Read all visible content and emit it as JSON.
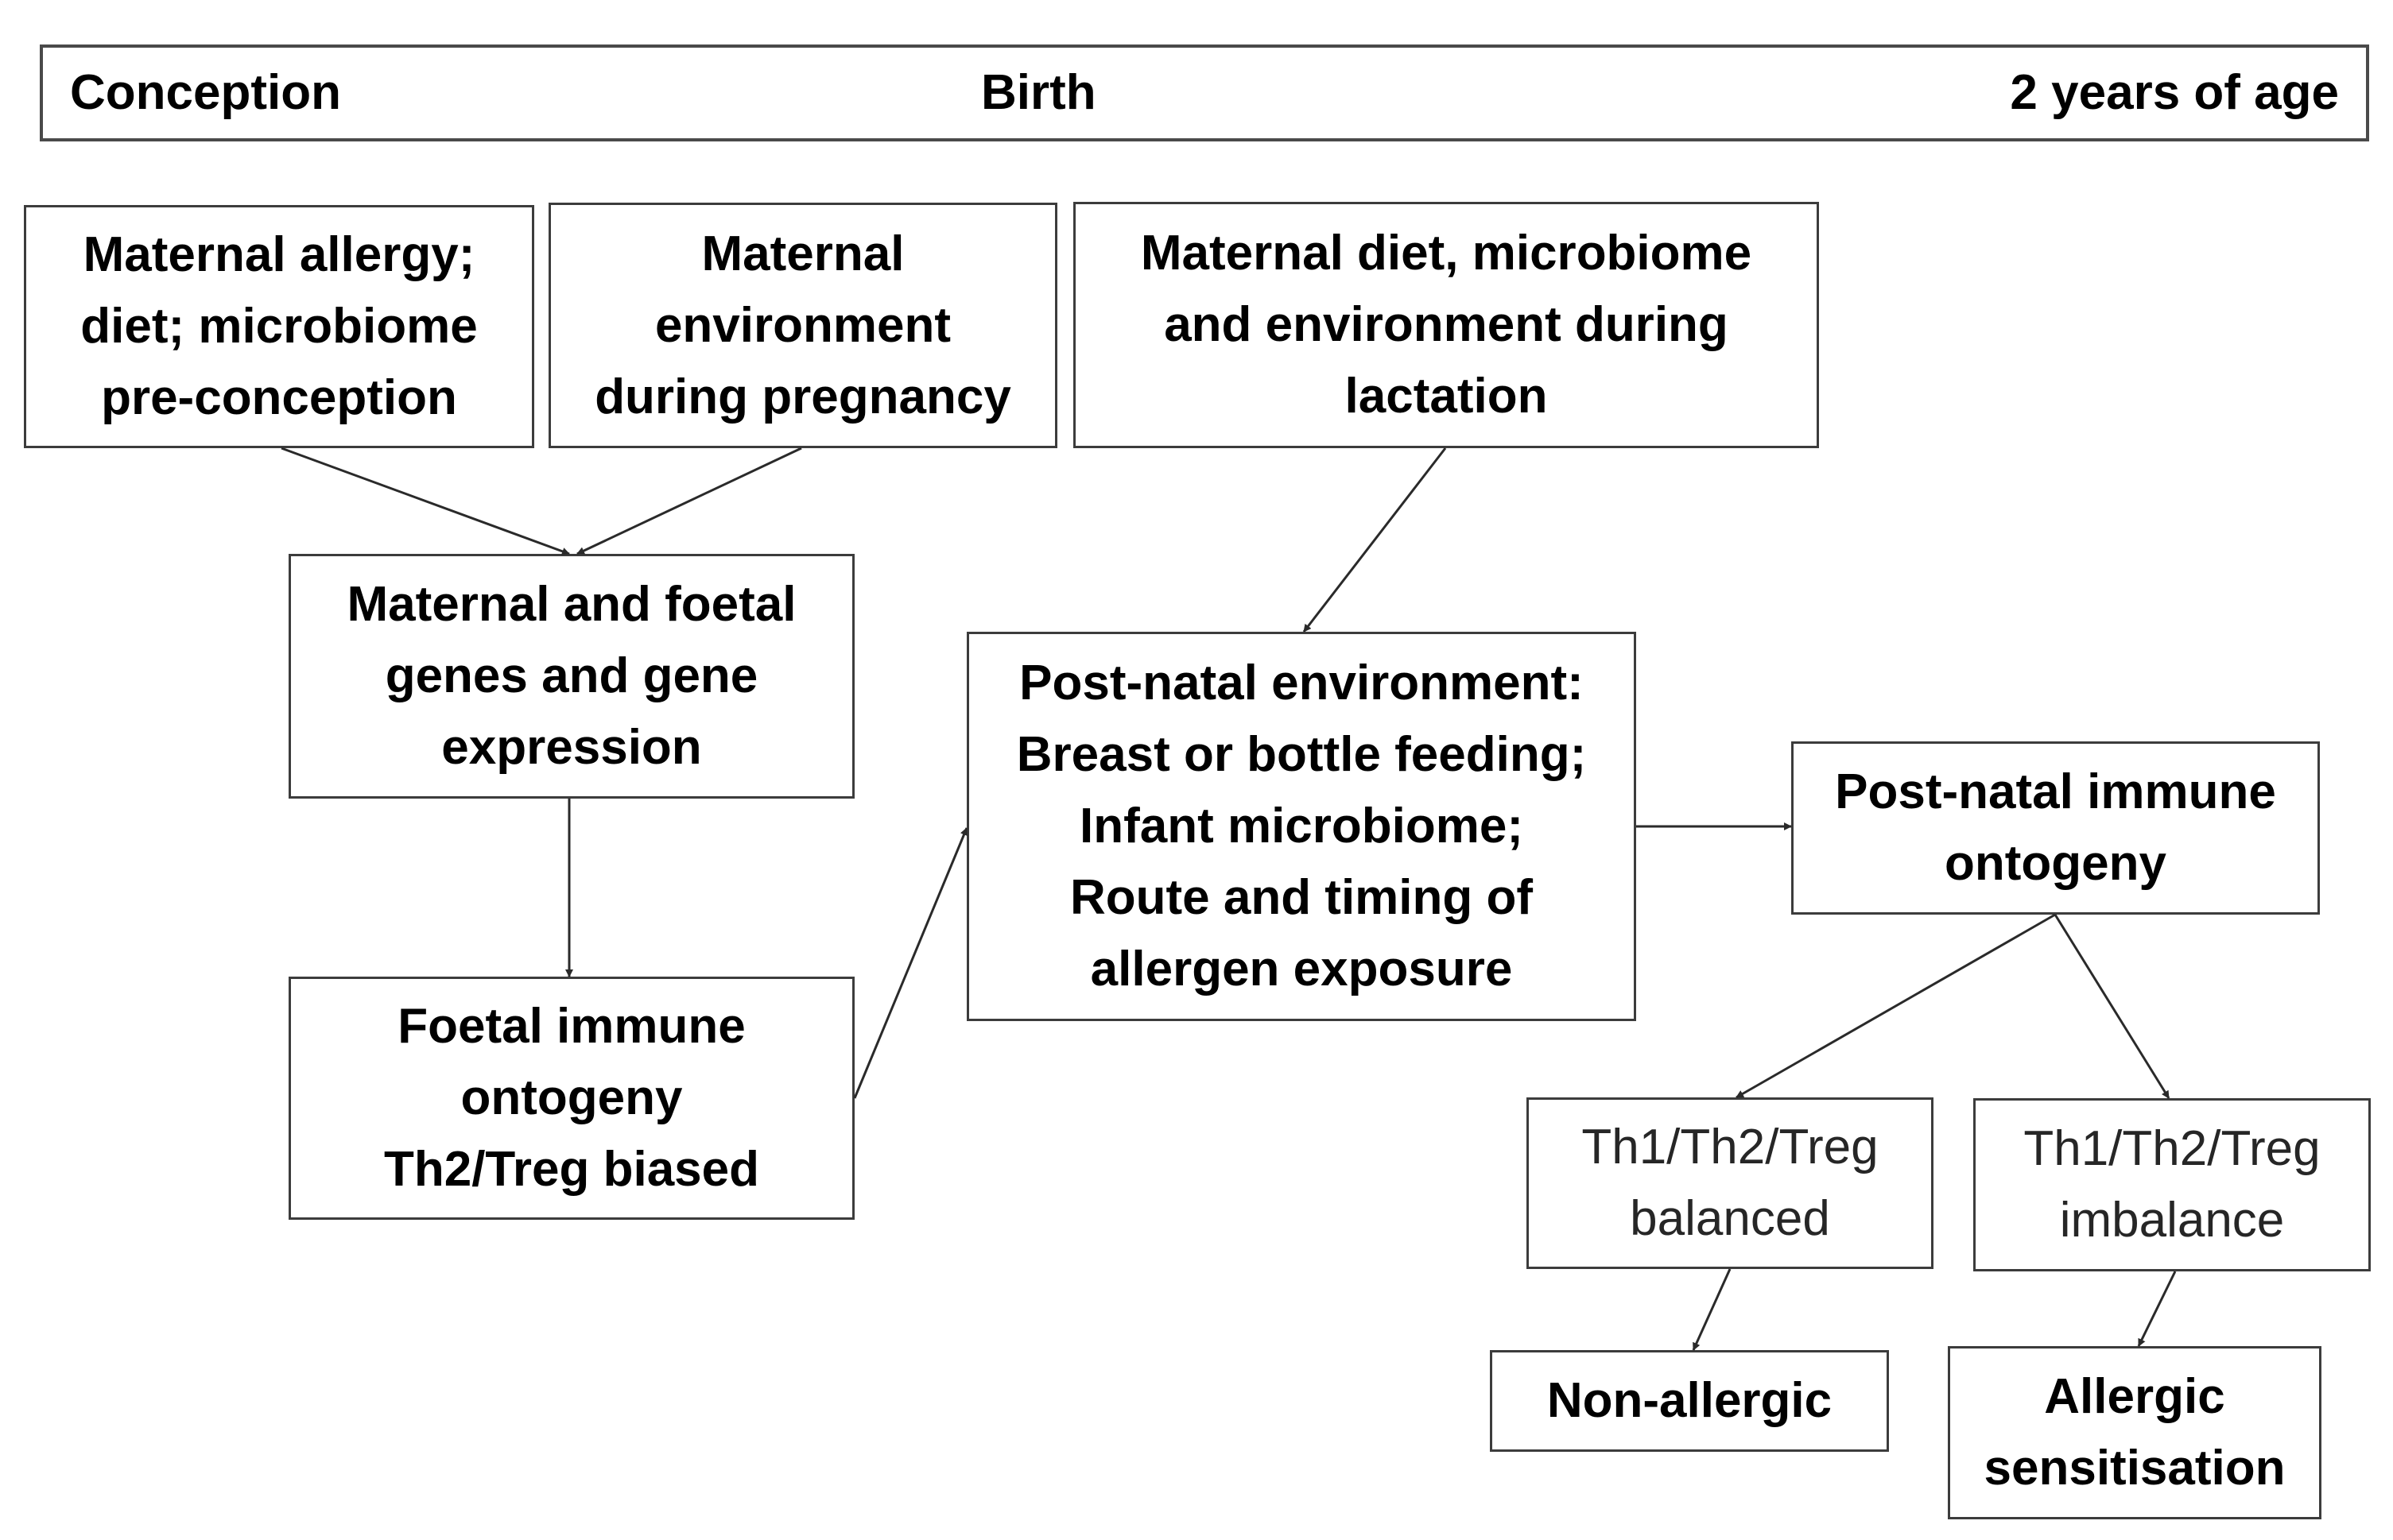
{
  "timeline": {
    "start_label": "Conception",
    "middle_label": "Birth",
    "end_label": "2 years of age"
  },
  "nodes": {
    "maternal_preconception": "Maternal allergy;\ndiet; microbiome\npre-conception",
    "maternal_pregnancy": "Maternal\nenvironment\nduring pregnancy",
    "maternal_lactation": "Maternal diet, microbiome\nand environment during\nlactation",
    "genes_expression": "Maternal and foetal\ngenes and gene\nexpression",
    "foetal_ontogeny": "Foetal immune\nontogeny\nTh2/Treg biased",
    "postnatal_environment": "Post-natal environment:\nBreast or bottle feeding;\nInfant microbiome;\nRoute and timing of\nallergen exposure",
    "postnatal_ontogeny": "Post-natal immune\nontogeny",
    "balanced": "Th1/Th2/Treg\nbalanced",
    "imbalance": "Th1/Th2/Treg\nimbalance",
    "non_allergic": "Non-allergic",
    "allergic_sensitisation": "Allergic\nsensitisation"
  },
  "colors": {
    "border": "#3c3c3c",
    "arrow": "#2a2a2a",
    "text": "#000000",
    "muted_text": "#262626"
  }
}
